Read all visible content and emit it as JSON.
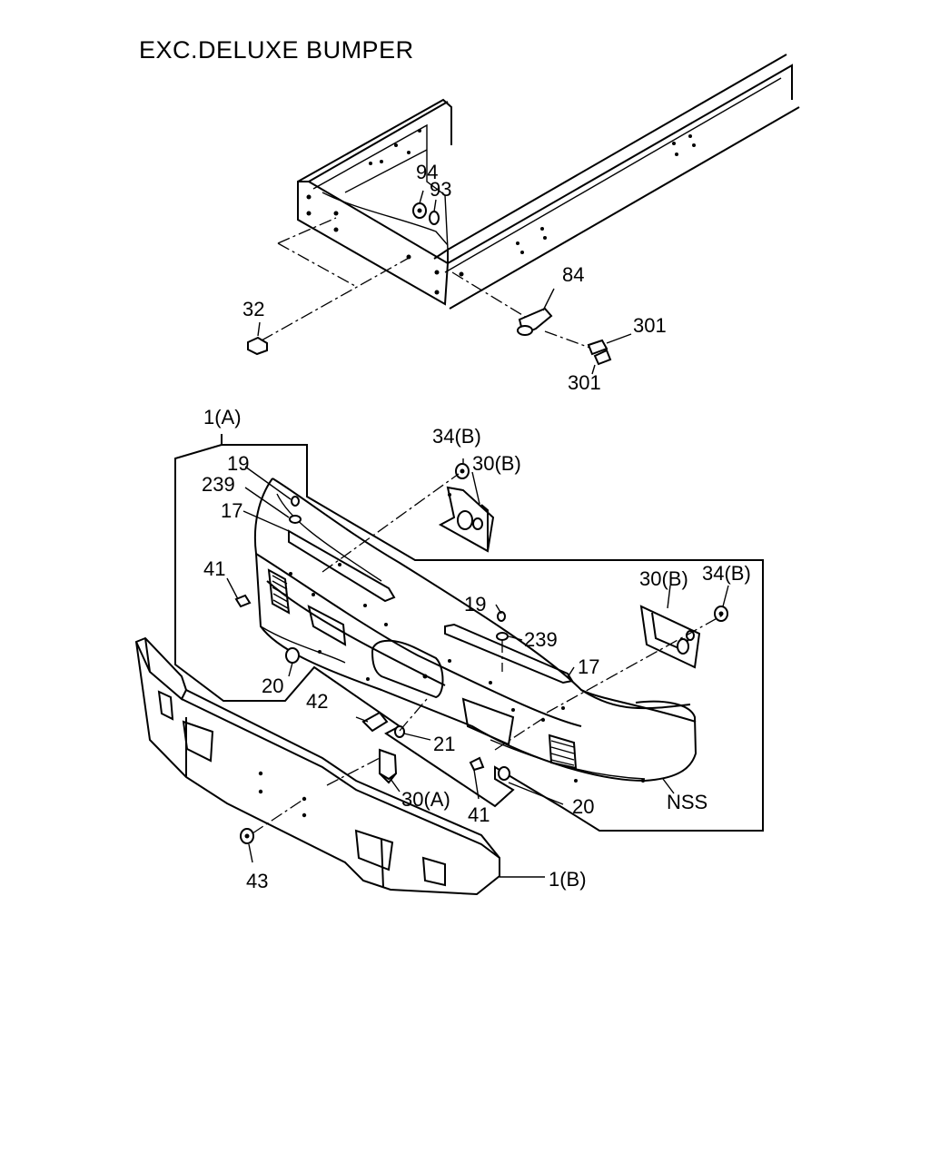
{
  "title": "EXC.DELUXE BUMPER",
  "labels": {
    "p94": "94",
    "p93": "93",
    "p84": "84",
    "p32": "32",
    "p301a": "301",
    "p301b": "301",
    "p1a": "1(A)",
    "p34b_top": "34(B)",
    "p30b_top": "30(B)",
    "p19_left": "19",
    "p239_left": "239",
    "p17_left": "17",
    "p41_left": "41",
    "p30b_right": "30(B)",
    "p34b_right": "34(B)",
    "p19_right": "19",
    "p239_right": "239",
    "p17_right": "17",
    "p20_left": "20",
    "p42": "42",
    "p21": "21",
    "p41_mid": "41",
    "p30a": "30(A)",
    "p20_right": "20",
    "nss": "NSS",
    "p43": "43",
    "p1b": "1(B)"
  }
}
